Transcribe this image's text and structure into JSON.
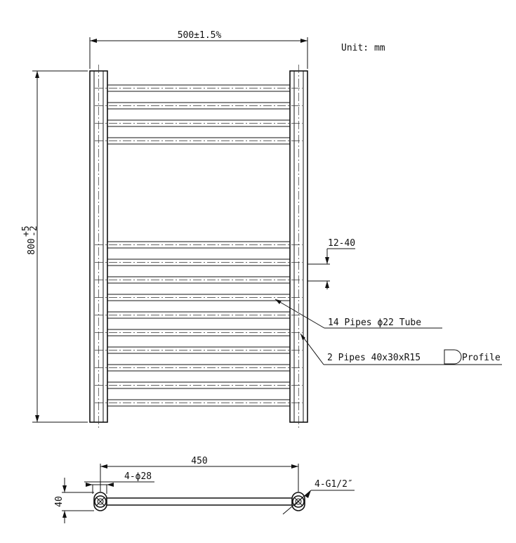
{
  "dimensions": {
    "width_label": "500±1.5%",
    "height_label": "800",
    "height_tol_upper": "+5",
    "height_tol_lower": "-2",
    "unit_label": "Unit: mm",
    "spacing_label": "12-40",
    "bottom_width_label": "450",
    "inlet_label": "4-ϕ28",
    "thread_label": "4-G1/2″",
    "depth_label": "40"
  },
  "callouts": {
    "tubes": "14 Pipes ϕ22 Tube",
    "rails": "2 Pipes 40x30xR15",
    "profile": "Profile"
  },
  "colors": {
    "line": "#111111",
    "background": "#ffffff"
  },
  "tube_count": 14,
  "rail_count": 2
}
